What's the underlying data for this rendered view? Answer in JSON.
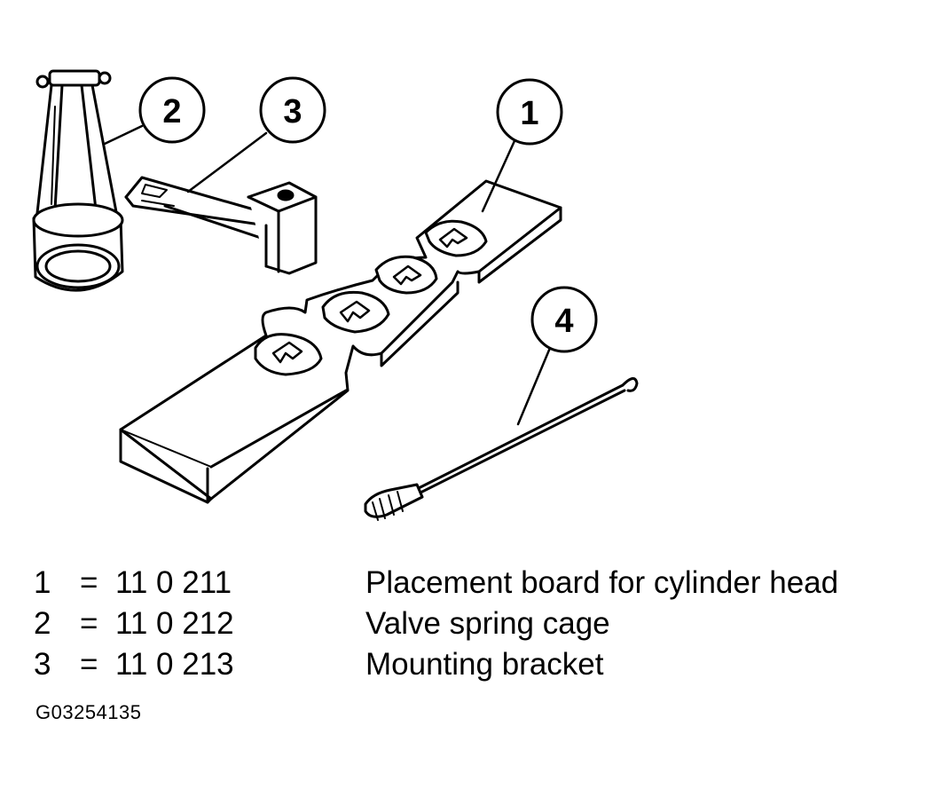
{
  "callouts": {
    "c1": "1",
    "c2": "2",
    "c3": "3",
    "c4": "4"
  },
  "legend": [
    {
      "num": "1",
      "eq": "=",
      "part": "11 0 211",
      "desc": "Placement board for cylinder head"
    },
    {
      "num": "2",
      "eq": "=",
      "part": "11 0 212",
      "desc": "Valve spring cage"
    },
    {
      "num": "3",
      "eq": "=",
      "part": "11 0 213",
      "desc": "Mounting bracket"
    }
  ],
  "figure_id": "G03254135",
  "colors": {
    "line": "#000000",
    "background": "#ffffff"
  }
}
